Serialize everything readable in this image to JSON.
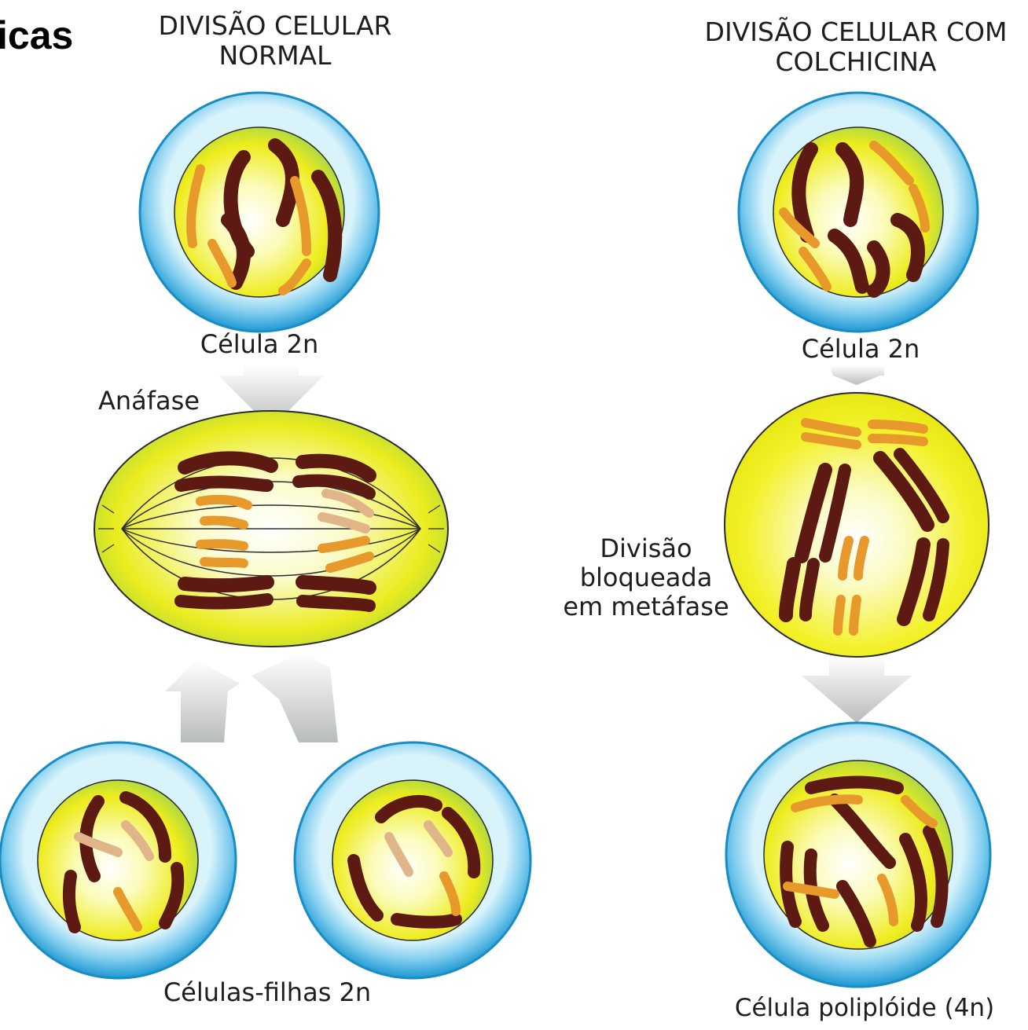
{
  "fragment_title": "icas",
  "left_column": {
    "title_line1": "DIVISÃO CELULAR",
    "title_line2": "NORMAL",
    "cell_label": "Célula 2n",
    "anaphase_label": "Anáfase",
    "daughters_label": "Células-filhas 2n"
  },
  "right_column": {
    "title_line1": "DIVISÃO CELULAR COM",
    "title_line2": "COLCHICINA",
    "cell_label": "Célula 2n",
    "blocked_line1": "Divisão",
    "blocked_line2": "bloqueada",
    "blocked_line3": "em metáfase",
    "polyploid_label": "Célula poliplóide (4n)"
  },
  "colors": {
    "cell_wall_outer": "#2a9fd6",
    "cell_wall_inner": "#a6e1f5",
    "cytoplasm_yellow": "#f2f01a",
    "chromosome_dark": "#5c1a12",
    "chromosome_light": "#e8992c",
    "arrow_gray": "#c7c9c9"
  }
}
